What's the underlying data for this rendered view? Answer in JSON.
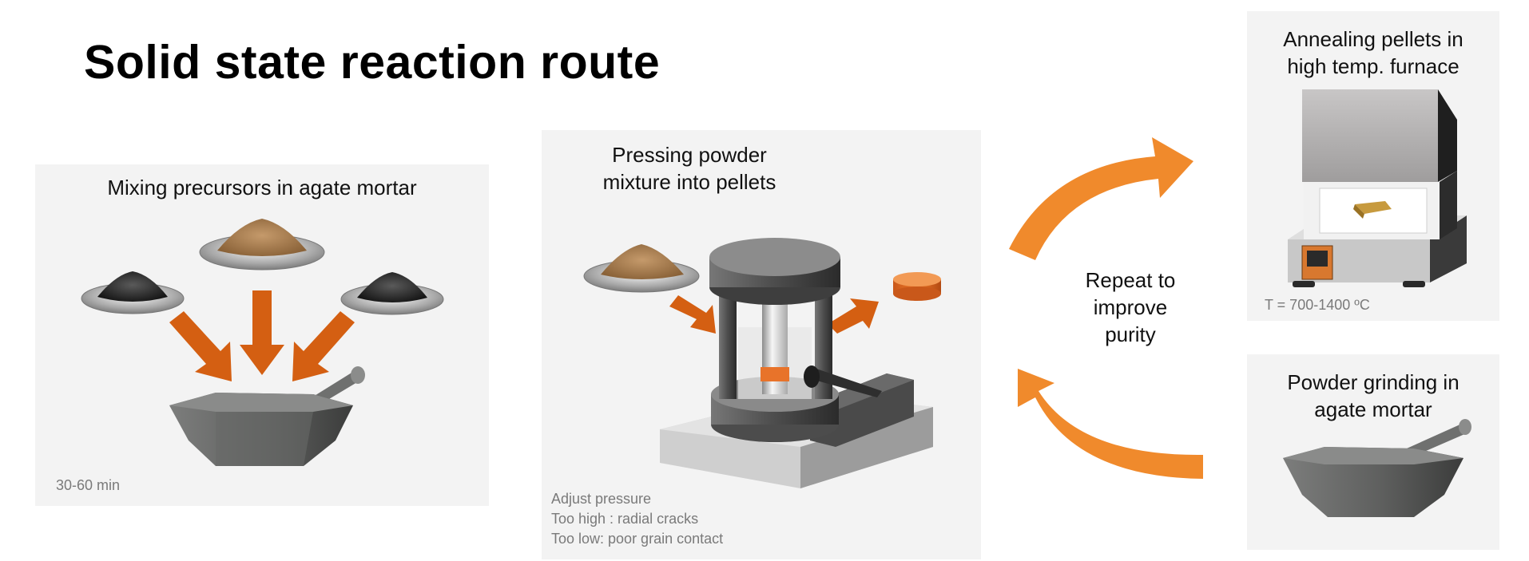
{
  "title": "Solid state reaction route",
  "panels": {
    "mixing": {
      "caption": "Mixing precursors in agate mortar",
      "note": "30-60 min"
    },
    "pressing": {
      "caption_line1": "Pressing powder",
      "caption_line2": "mixture into pellets",
      "notes": [
        "Adjust pressure",
        "Too high : radial cracks",
        "Too low: poor grain contact"
      ]
    },
    "annealing": {
      "caption_line1": "Annealing pellets in",
      "caption_line2": "high temp. furnace",
      "note": "T = 700-1400 ºC"
    },
    "grinding": {
      "caption_line1": "Powder grinding in",
      "caption_line2": "agate mortar"
    }
  },
  "cycle": {
    "line1": "Repeat to",
    "line2": "improve",
    "line3": "purity"
  },
  "colors": {
    "accent_orange": "#f08a2c",
    "arrow_brown": "#d45f12",
    "panel_bg": "#f3f3f3"
  }
}
